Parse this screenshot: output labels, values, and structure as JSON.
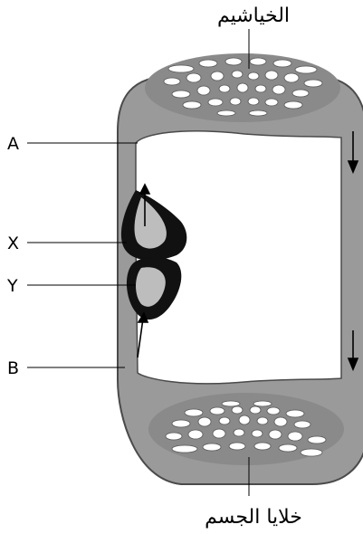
{
  "labels": {
    "gills": "الخياشيم",
    "body_cells": "خلايا الجسم",
    "A": "A",
    "X": "X",
    "Y": "Y",
    "B": "B"
  },
  "colors": {
    "vessel": "#9a9a9a",
    "vessel_stroke": "#4a4a4a",
    "heart_dark": "#111111",
    "chamber_light": "#bdbdbd",
    "capillary_fill": "#ffffff",
    "line": "#000000"
  }
}
